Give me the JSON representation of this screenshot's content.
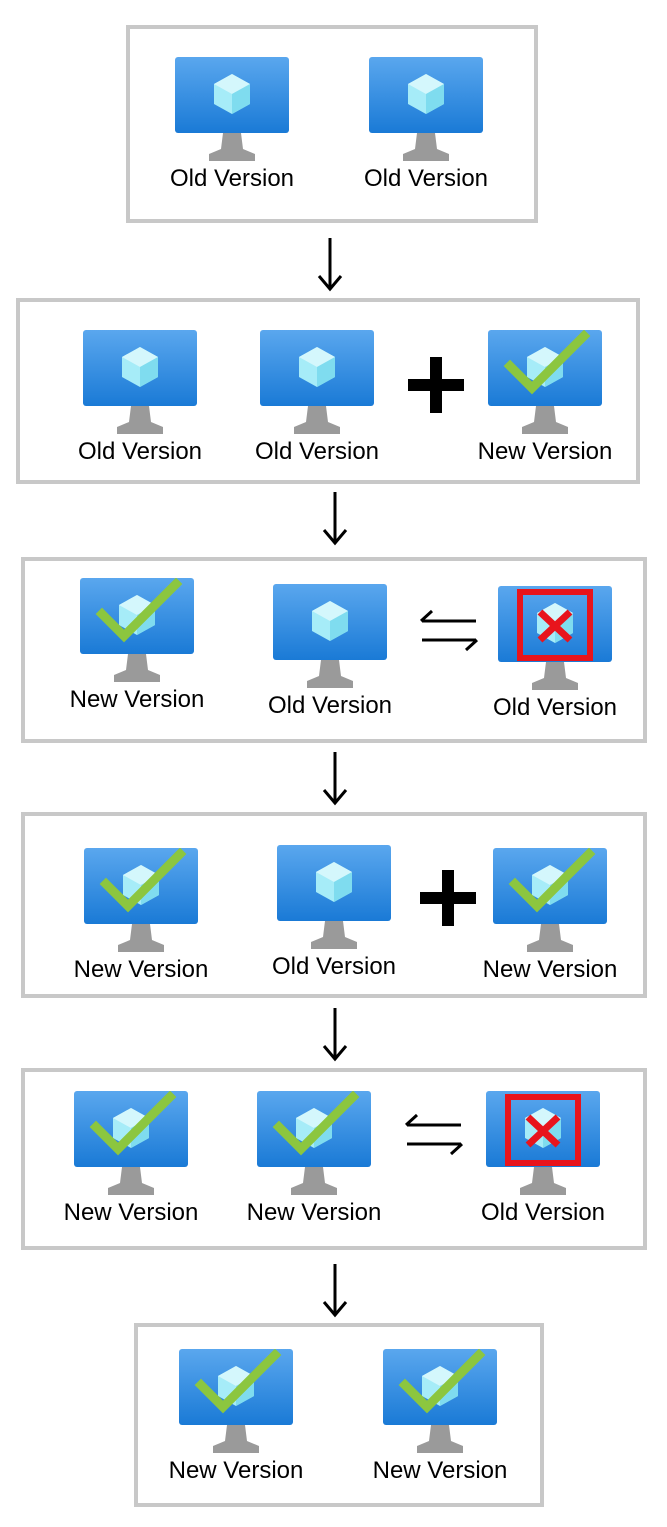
{
  "labels": {
    "old": "Old Version",
    "new": "New Version"
  },
  "colors": {
    "monitor_top": "#5aa7ee",
    "monitor_bottom": "#1a7ad6",
    "stand": "#9a9a9a",
    "cube": "#a6ecf8",
    "check": "#8cc63f",
    "cross": "#e8141c",
    "border": "#c8c8c8"
  },
  "stages": [
    {
      "name": "stage-1",
      "operator": "none",
      "vms": [
        {
          "state": "old",
          "label": "Old Version"
        },
        {
          "state": "old",
          "label": "Old Version"
        }
      ]
    },
    {
      "name": "stage-2",
      "operator": "add",
      "vms": [
        {
          "state": "old",
          "label": "Old Version"
        },
        {
          "state": "old",
          "label": "Old Version"
        },
        {
          "state": "new",
          "label": "New Version"
        }
      ]
    },
    {
      "name": "stage-3",
      "operator": "swap",
      "vms": [
        {
          "state": "new",
          "label": "New Version"
        },
        {
          "state": "old",
          "label": "Old Version"
        },
        {
          "state": "removed",
          "label": "Old Version"
        }
      ]
    },
    {
      "name": "stage-4",
      "operator": "add",
      "vms": [
        {
          "state": "new",
          "label": "New Version"
        },
        {
          "state": "old",
          "label": "Old Version"
        },
        {
          "state": "new",
          "label": "New Version"
        }
      ]
    },
    {
      "name": "stage-5",
      "operator": "swap",
      "vms": [
        {
          "state": "new",
          "label": "New Version"
        },
        {
          "state": "new",
          "label": "New Version"
        },
        {
          "state": "removed",
          "label": "Old Version"
        }
      ]
    },
    {
      "name": "stage-6",
      "operator": "none",
      "vms": [
        {
          "state": "new",
          "label": "New Version"
        },
        {
          "state": "new",
          "label": "New Version"
        }
      ]
    }
  ]
}
